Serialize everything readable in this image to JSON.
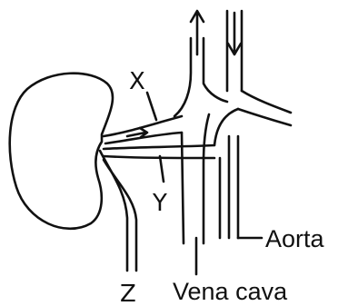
{
  "labels": {
    "x": "X",
    "y": "Y",
    "z": "Z",
    "aorta": "Aorta",
    "vena_cava": "Vena cava"
  },
  "colors": {
    "ink": "#111111",
    "background": "#ffffff"
  }
}
